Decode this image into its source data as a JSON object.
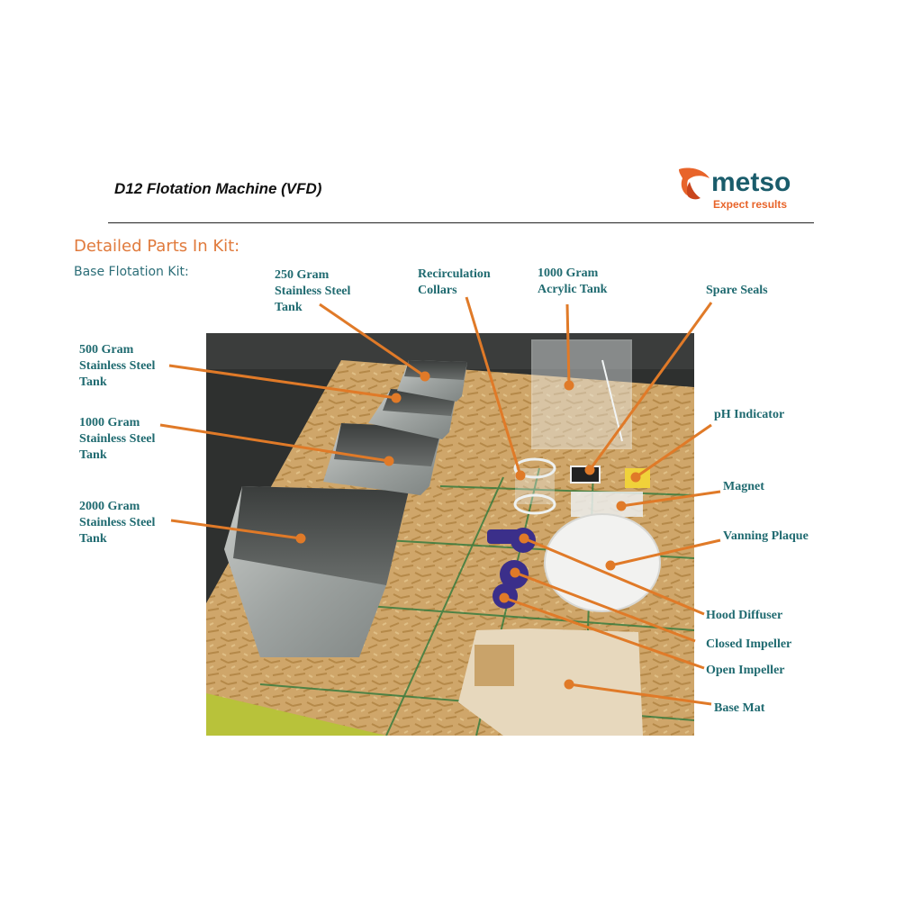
{
  "header": {
    "title": "D12 Flotation Machine (VFD)",
    "logo_word": "metso",
    "logo_tagline": "Expect results"
  },
  "section": {
    "heading": "Detailed Parts In Kit:",
    "subheading": "Base Flotation Kit:"
  },
  "photo": {
    "icon": "parts-kit-photo-icon"
  },
  "labels": {
    "tank_250": "250 Gram\nStainless Steel\nTank",
    "recirculation_collars": "Recirculation\nCollars",
    "acrylic_tank_1000": "1000 Gram\nAcrylic Tank",
    "spare_seals": "Spare Seals",
    "tank_500": "500 Gram\nStainless Steel\nTank",
    "tank_1000": "1000 Gram\nStainless Steel\nTank",
    "tank_2000": "2000 Gram\nStainless Steel\nTank",
    "ph_indicator": "pH Indicator",
    "magnet": "Magnet",
    "vanning_plaque": "Vanning Plaque",
    "hood_diffuser": "Hood Diffuser",
    "closed_impeller": "Closed Impeller",
    "open_impeller": "Open Impeller",
    "base_mat": "Base Mat"
  },
  "colors": {
    "leader": "#e07a28",
    "label": "#1f6a70",
    "heading": "#e07a3c",
    "brand": "#1a5c6b",
    "brand_accent": "#e8642a"
  }
}
